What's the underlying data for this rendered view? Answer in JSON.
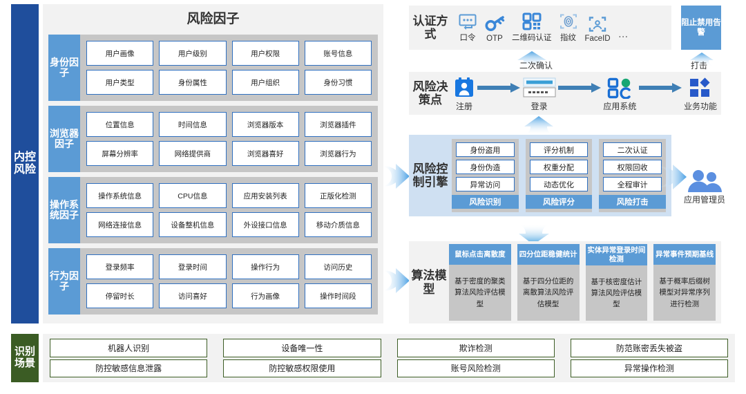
{
  "rails": {
    "internal_risk": "内控风险",
    "scene": "识别场景"
  },
  "factors_panel": {
    "title": "风险因子",
    "groups": [
      {
        "label": "身份因子",
        "items": [
          "用户画像",
          "用户级别",
          "用户权限",
          "账号信息",
          "用户类型",
          "身份属性",
          "用户组织",
          "身份习惯"
        ]
      },
      {
        "label": "浏览器因子",
        "items": [
          "位置信息",
          "时间信息",
          "浏览器版本",
          "浏览器插件",
          "屏幕分辨率",
          "网络提供商",
          "浏览器喜好",
          "浏览器行为"
        ]
      },
      {
        "label": "操作系统因子",
        "items": [
          "操作系统信息",
          "CPU信息",
          "应用安装列表",
          "正版化检测",
          "网络连接信息",
          "设备整机信息",
          "外设接口信息",
          "移动介质信息"
        ]
      },
      {
        "label": "行为因子",
        "items": [
          "登录频率",
          "登录时间",
          "操作行为",
          "访问历史",
          "停留时长",
          "访问喜好",
          "行为画像",
          "操作时间段"
        ]
      }
    ]
  },
  "scene_panel": {
    "items": [
      "机器人识别",
      "设备唯一性",
      "欺诈检测",
      "防范账密丢失被盗",
      "防控敏感信息泄露",
      "防控敏感权限使用",
      "账号风险检测",
      "异常操作检测"
    ]
  },
  "auth_panel": {
    "title": "认证方式",
    "methods": [
      {
        "label": "口令",
        "icon": "password-icon"
      },
      {
        "label": "OTP",
        "icon": "key-icon"
      },
      {
        "label": "二维码认证",
        "icon": "qrcode-icon"
      },
      {
        "label": "指纹",
        "icon": "fingerprint-icon"
      },
      {
        "label": "FaceID",
        "icon": "faceid-icon"
      }
    ],
    "more": "…",
    "block_button": "阻止禁用告警",
    "secondary_confirm_label": "二次确认",
    "strike_label": "打击"
  },
  "decision_panel": {
    "title": "风险决策点",
    "nodes": [
      {
        "label": "注册",
        "icon": "register-card-icon"
      },
      {
        "label": "登录",
        "icon": "login-form-icon"
      },
      {
        "label": "应用系统",
        "icon": "app-system-icon"
      },
      {
        "label": "业务功能",
        "icon": "business-function-icon"
      }
    ]
  },
  "engine_panel": {
    "title": "风险控制引擎",
    "columns": [
      {
        "footer": "风险识别",
        "items": [
          "身份盗用",
          "身份伪造",
          "异常访问"
        ]
      },
      {
        "footer": "风险评分",
        "items": [
          "评分机制",
          "权重分配",
          "动态优化"
        ]
      },
      {
        "footer": "风险打击",
        "items": [
          "二次认证",
          "权限回收",
          "全程审计"
        ]
      }
    ],
    "admin": {
      "label": "应用管理员",
      "icon": "users-icon"
    }
  },
  "algo_panel": {
    "title": "算法模型",
    "columns": [
      {
        "head": "鼠标点击离散度",
        "body": "基于密度的聚类算法风险评估模型"
      },
      {
        "head": "四分位距稳健统计",
        "body": "基于四分位距的离散算法风险评估模型"
      },
      {
        "head": "实体异常登录时间检测",
        "body": "基于核密度估计算法风险评估模型"
      },
      {
        "head": "异常事件预期基线",
        "body": "基于概率后缀树模型对异常序列进行检测"
      }
    ]
  },
  "colors": {
    "navy": "#1f4e9c",
    "green": "#3b5c24",
    "blue_accent": "#5b9bd5",
    "panel_gray": "#f2f2f2",
    "cell_gray": "#c6c6c6",
    "cell_border": "#2e6fc0",
    "engine_bg": "#cfe0f2"
  }
}
